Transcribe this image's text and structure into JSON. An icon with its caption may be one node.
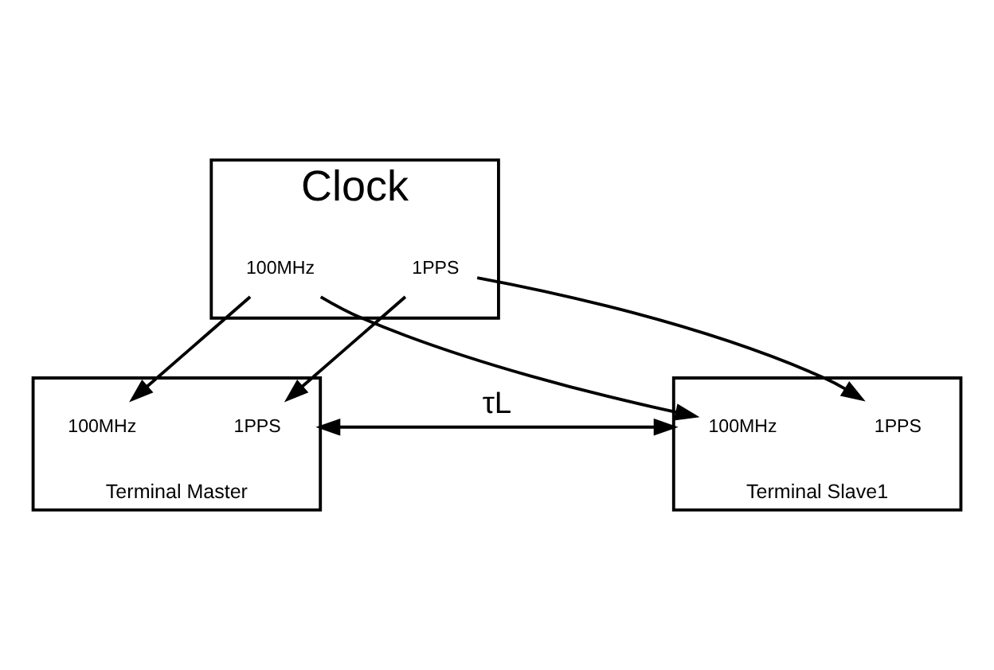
{
  "diagram": {
    "nodes": [
      {
        "text": [
          "Clock"
        ]
      },
      {
        "text": [
          "100MHz"
        ],
        "in": 0
      },
      {
        "text": [
          "1PPS"
        ],
        "in": 0
      },
      {
        "text": [
          "Terminal Master"
        ]
      },
      {
        "text": [
          "100MHz"
        ],
        "in": 3
      },
      {
        "text": [
          "1PPS"
        ],
        "in": 3
      },
      {
        "text": [
          "Terminal Slave1"
        ]
      },
      {
        "text": [
          "100MHz"
        ],
        "in": 6
      },
      {
        "text": [
          "1PPS"
        ],
        "in": 6
      }
    ],
    "edges": [
      {
        "from": 1,
        "to": 4,
        "arrow": "to"
      },
      {
        "from": 2,
        "to": 5,
        "arrow": "to"
      },
      {
        "from": 1,
        "to": 7,
        "arrow": "to"
      },
      {
        "from": 2,
        "to": 8,
        "arrow": "to"
      },
      {
        "from": 3,
        "to": 6,
        "arrow": "both",
        "label": "τL"
      }
    ]
  }
}
